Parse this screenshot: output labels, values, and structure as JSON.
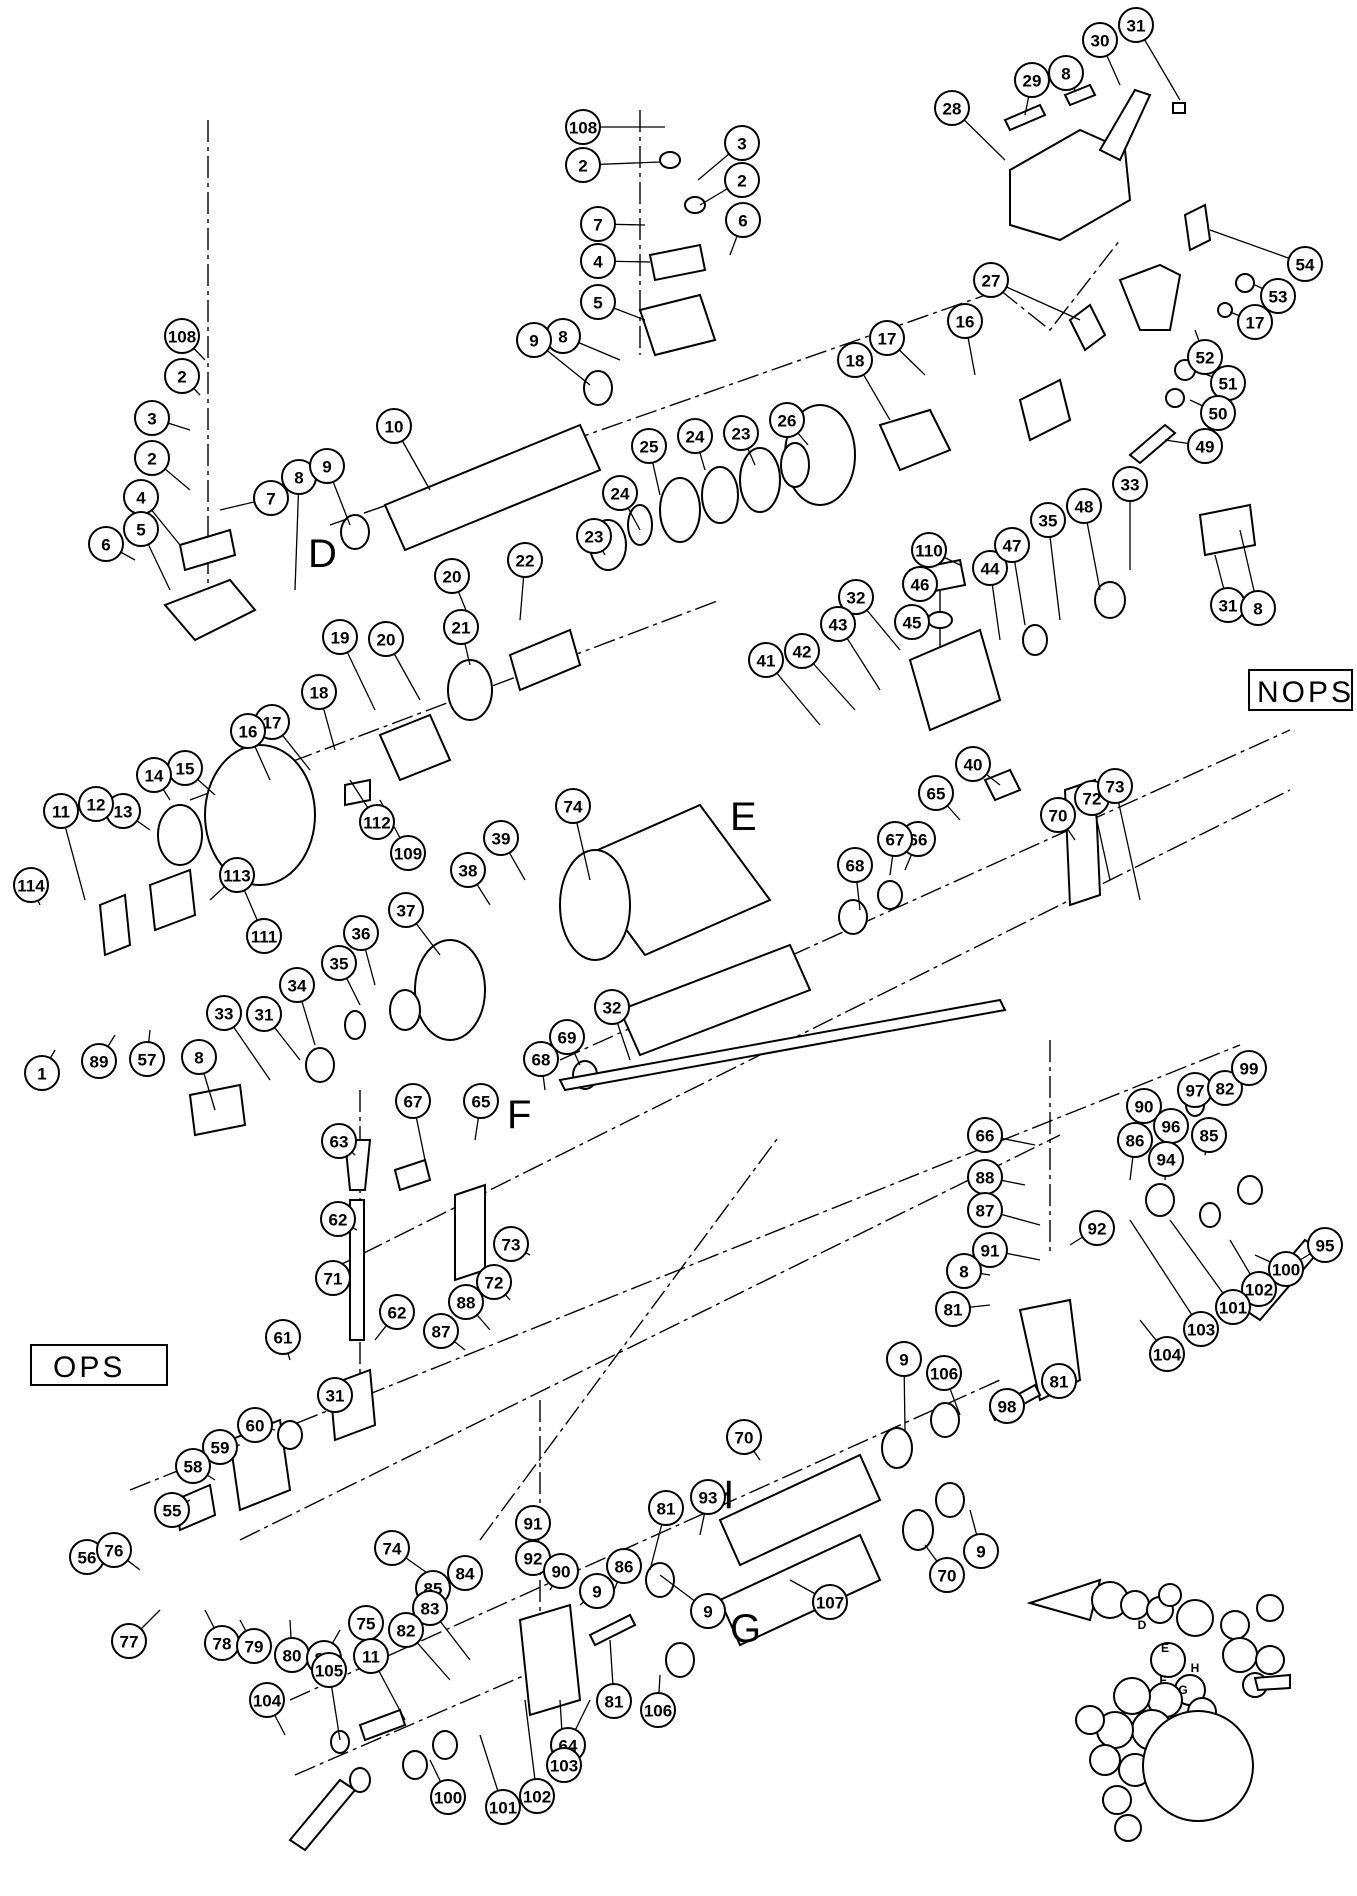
{
  "labels": {
    "nops": "NOPS",
    "ops": "OPS"
  },
  "sections": [
    "D",
    "E",
    "F",
    "H",
    "G"
  ],
  "callouts": [
    "108",
    "2",
    "3",
    "2",
    "7",
    "4",
    "6",
    "5",
    "8",
    "9",
    "108",
    "2",
    "3",
    "2",
    "4",
    "7",
    "8",
    "5",
    "6",
    "10",
    "9",
    "28",
    "29",
    "8",
    "30",
    "31",
    "54",
    "53",
    "17",
    "52",
    "51",
    "50",
    "49",
    "27",
    "16",
    "17",
    "18",
    "26",
    "23",
    "24",
    "25",
    "24",
    "23",
    "22",
    "20",
    "21",
    "20",
    "19",
    "18",
    "17",
    "16",
    "15",
    "14",
    "13",
    "12",
    "11",
    "114",
    "109",
    "112",
    "113",
    "111",
    "1",
    "89",
    "57",
    "110",
    "46",
    "45",
    "44",
    "47",
    "35",
    "48",
    "33",
    "31",
    "8",
    "32",
    "43",
    "42",
    "41",
    "40",
    "65",
    "66",
    "67",
    "68",
    "70",
    "72",
    "73",
    "74",
    "39",
    "38",
    "37",
    "36",
    "35",
    "34",
    "31",
    "33",
    "8",
    "32",
    "69",
    "68",
    "67",
    "65",
    "66",
    "88",
    "87",
    "91",
    "92",
    "90",
    "96",
    "97",
    "82",
    "99",
    "8",
    "81",
    "86",
    "94",
    "85",
    "95",
    "100",
    "102",
    "101",
    "103",
    "104",
    "81",
    "98",
    "106",
    "9",
    "70",
    "93",
    "9",
    "70",
    "107",
    "9",
    "106",
    "81",
    "64",
    "63",
    "62",
    "71",
    "62",
    "61",
    "31",
    "60",
    "59",
    "58",
    "55",
    "56",
    "76",
    "77",
    "78",
    "79",
    "80",
    "81",
    "75",
    "74",
    "73",
    "72",
    "88",
    "87",
    "91",
    "92",
    "90",
    "9",
    "86",
    "81",
    "85",
    "84",
    "83",
    "82",
    "11",
    "105",
    "104",
    "103",
    "102",
    "101",
    "100"
  ],
  "gear_train": {
    "letters": [
      "D",
      "E",
      "H",
      "F",
      "G"
    ]
  }
}
